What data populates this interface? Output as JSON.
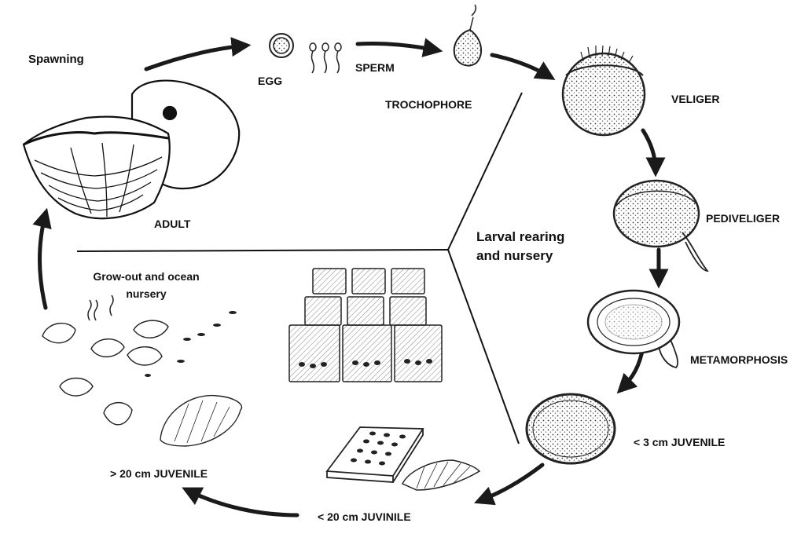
{
  "diagram": {
    "labels": {
      "spawning": "Spawning",
      "egg": "EGG",
      "sperm": "SPERM",
      "trochophore": "TROCHOPHORE",
      "veliger": "VELIGER",
      "pediveliger": "PEDIVELIGER",
      "metamorphosis": "METAMORPHOSIS",
      "juvenile_small": "< 3 cm JUVENILE",
      "juvenile_mid": "< 20 cm JUVINILE",
      "juvenile_large": "> 20 cm JUVENILE",
      "adult": "ADULT",
      "larval_rearing_line1": "Larval rearing",
      "larval_rearing_line2": "and  nursery",
      "growout_line1": "Grow-out and ocean",
      "growout_line2": "nursery"
    }
  }
}
